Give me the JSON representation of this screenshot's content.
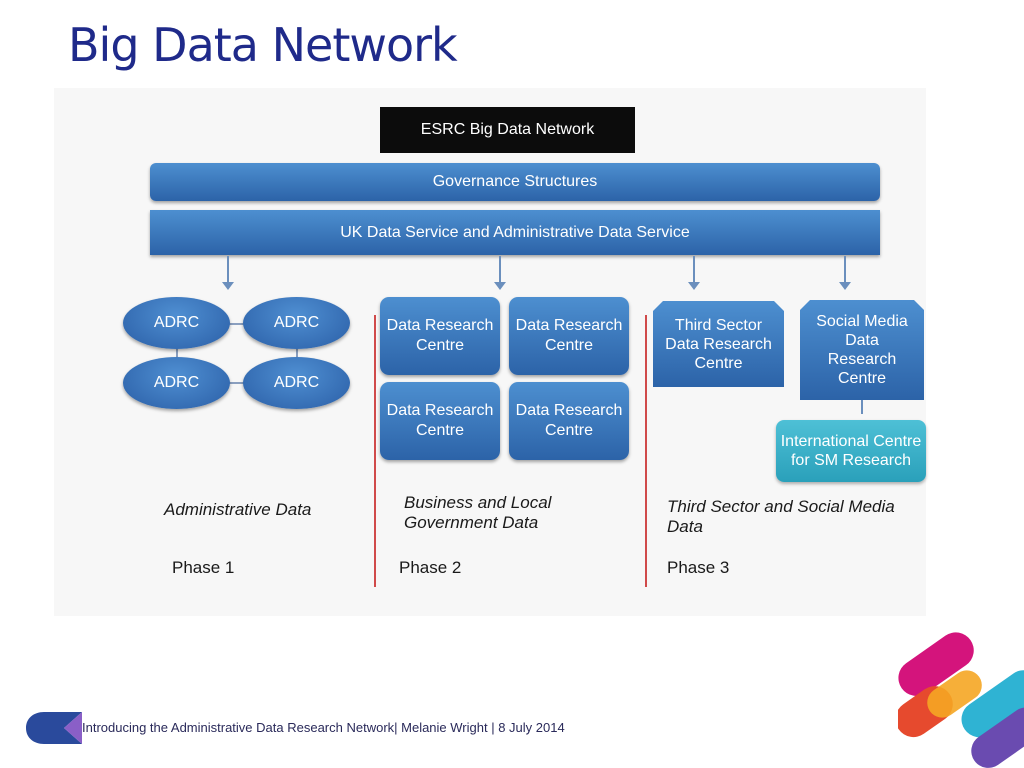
{
  "title": "Big Data Network",
  "diagram": {
    "top_box": "ESRC Big Data Network",
    "governance_bar": "Governance Structures",
    "service_bar": "UK Data Service and Administrative Data Service",
    "adrc_nodes": [
      "ADRC",
      "ADRC",
      "ADRC",
      "ADRC"
    ],
    "drc_nodes": [
      "Data Research Centre",
      "Data Research Centre",
      "Data Research Centre",
      "Data Research Centre"
    ],
    "third_sector_box": "Third Sector Data Research Centre",
    "social_media_box": "Social Media Data Research Centre",
    "international_box": "International Centre for SM Research",
    "columns": [
      {
        "data_label": "Administrative Data",
        "phase": "Phase 1"
      },
      {
        "data_label": "Business and Local Government Data",
        "phase": "Phase 2"
      },
      {
        "data_label": "Third Sector and Social Media Data",
        "phase": "Phase 3"
      }
    ]
  },
  "footer": {
    "text": "Introducing the Administrative Data Research Network| Melanie Wright | 8 July 2014"
  },
  "colors": {
    "title": "#1f2a8a",
    "node_blue": "#2c63a8",
    "intl_teal": "#2aa0ba",
    "divider_red": "#d04a4a"
  }
}
